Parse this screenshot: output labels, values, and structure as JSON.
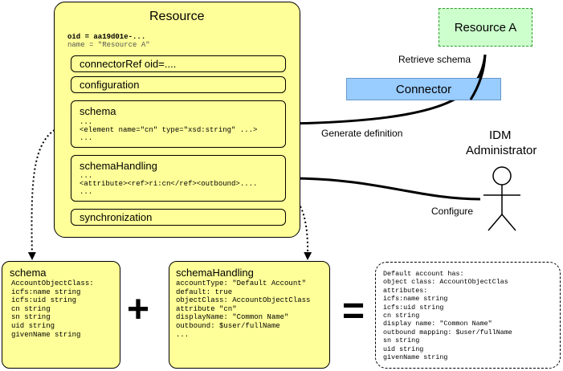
{
  "resource": {
    "title": "Resource",
    "oid_line": "oid = aa19d01e-...",
    "name_line": "name = \"Resource A\"",
    "connector_ref": "connectorRef oid=....",
    "configuration": "configuration",
    "schema": {
      "label": "schema",
      "lines": [
        "...",
        "  <element name=\"cn\" type=\"xsd:string\" ...>",
        "..."
      ]
    },
    "schema_handling": {
      "label": "schemaHandling",
      "lines": [
        "...",
        "  <attribute><ref>ri:cn</ref><outbound>....",
        "..."
      ]
    },
    "synchronization": "synchronization"
  },
  "resource_a": "Resource A",
  "connector": "Connector",
  "retrieve_schema": "Retrieve schema",
  "generate_definition": "Generate definition",
  "idm_admin_line1": "IDM",
  "idm_admin_line2": "Administrator",
  "configure": "Configure",
  "schema_box": {
    "title": "schema",
    "lines": [
      "AccountObjectClass:",
      "  icfs:name    string",
      "  icfs:uid     string",
      "  cn           string",
      "  sn           string",
      "  uid          string",
      "  givenName    string"
    ]
  },
  "plus": "+",
  "handling_box": {
    "title": "schemaHandling",
    "lines": [
      "accountType: \"Default Account\"",
      "  default: true",
      "  objectClass: AccountObjectClass",
      "  attribute \"cn\"",
      "    displayName: \"Common Name\"",
      "    outbound: $user/fullName",
      "..."
    ]
  },
  "equals": "=",
  "result_box": {
    "lines": [
      "Default account has:",
      "  object class: AccountObjectClas",
      "  attributes:",
      "    icfs:name       string",
      "    icfs:uid        string",
      "    cn              string",
      "      display name: \"Common Name\"",
      "      outbound mapping: $user/fullName",
      "    sn              string",
      "    uid             string",
      "    givenName       string"
    ]
  }
}
